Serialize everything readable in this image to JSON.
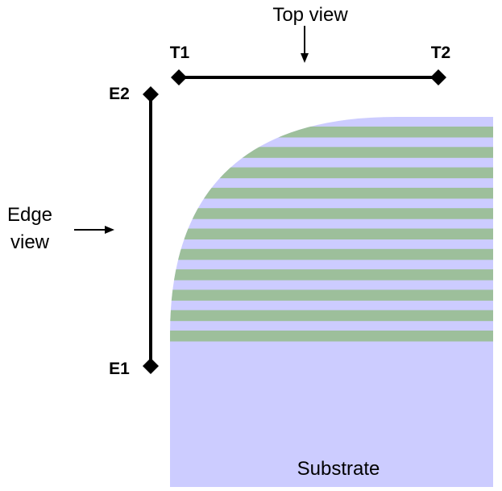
{
  "labels": {
    "top_view": "Top view",
    "edge_view_line1": "Edge",
    "edge_view_line2": "view",
    "t1": "T1",
    "t2": "T2",
    "e1": "E1",
    "e2": "E2",
    "substrate": "Substrate"
  },
  "colors": {
    "substrate": "#ccccff",
    "stripe": "#9dbf9b",
    "line": "#000000"
  },
  "stripe_count": 11
}
